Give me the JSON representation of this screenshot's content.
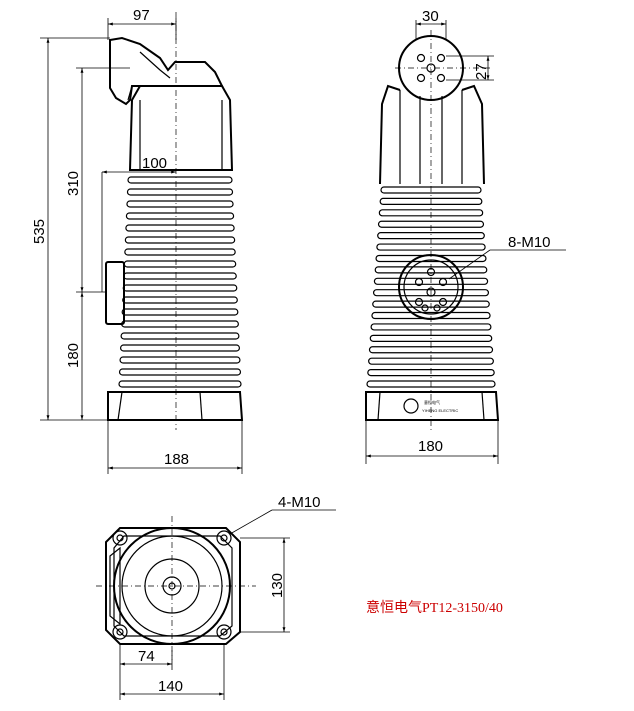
{
  "side_view": {
    "dim_top_width": "97",
    "dim_total_height": "535",
    "dim_upper_height": "310",
    "dim_inner_width": "100",
    "dim_lower_height": "180",
    "dim_base_width": "188"
  },
  "front_view": {
    "dim_terminal_width": "30",
    "dim_terminal_height": "27",
    "callout_holes": "8-M10",
    "dim_base_width": "180",
    "logo_text_cn": "意恒电气",
    "logo_text_en": "YIHENG ELECTRIC"
  },
  "plan_view": {
    "callout_holes": "4-M10",
    "dim_height": "130",
    "dim_offset": "74",
    "dim_width": "140"
  },
  "caption": "意恒电气PT12-3150/40"
}
